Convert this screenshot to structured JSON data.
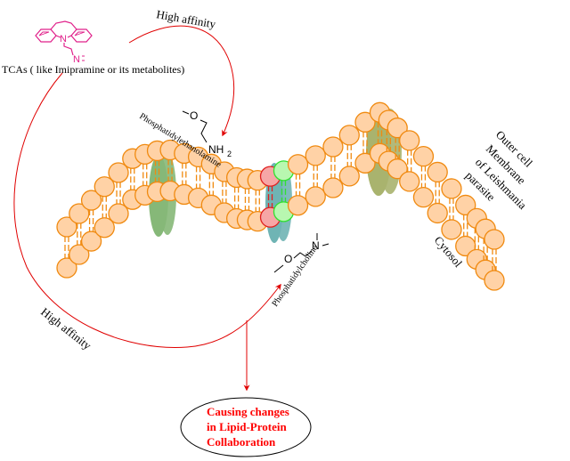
{
  "drug": {
    "label": "TCAs ( like Imipramine or its metabolites)",
    "structure_name": "imipramine-structure",
    "atoms": {
      "ring_n": "N",
      "amine_n": "N"
    },
    "color": "#e0208a"
  },
  "arrows": {
    "top_label": "High affinity",
    "bottom_label": "High affinity",
    "color": "#e00000"
  },
  "lipids": {
    "pe": {
      "name": "Phosphatidylethanolamine",
      "atoms": {
        "o": "O",
        "amine": "NH",
        "subscript": "2"
      }
    },
    "pc": {
      "name": "Phosphatidylcholine",
      "atoms": {
        "o": "O",
        "amine": "N"
      }
    }
  },
  "membrane": {
    "outer_label_lines": [
      "Outer cell",
      "Membrane",
      "of  Leishmania",
      "parasite"
    ],
    "inner_label": "Cytosol",
    "colors": {
      "lipid_head_fill": "#ffd2a6",
      "lipid_head_stroke": "#f08a10",
      "pe_head_fill": "#f6a6a6",
      "pe_head_stroke": "#e02020",
      "pc_head_fill": "#b8f7b0",
      "pc_head_stroke": "#30e030",
      "protein_green": "#86b878",
      "protein_teal": "#6fb4b4",
      "protein_olive": "#a9b36e"
    }
  },
  "outcome": {
    "lines": [
      "Causing changes",
      "in Lipid-Protein",
      "Collaboration"
    ]
  }
}
